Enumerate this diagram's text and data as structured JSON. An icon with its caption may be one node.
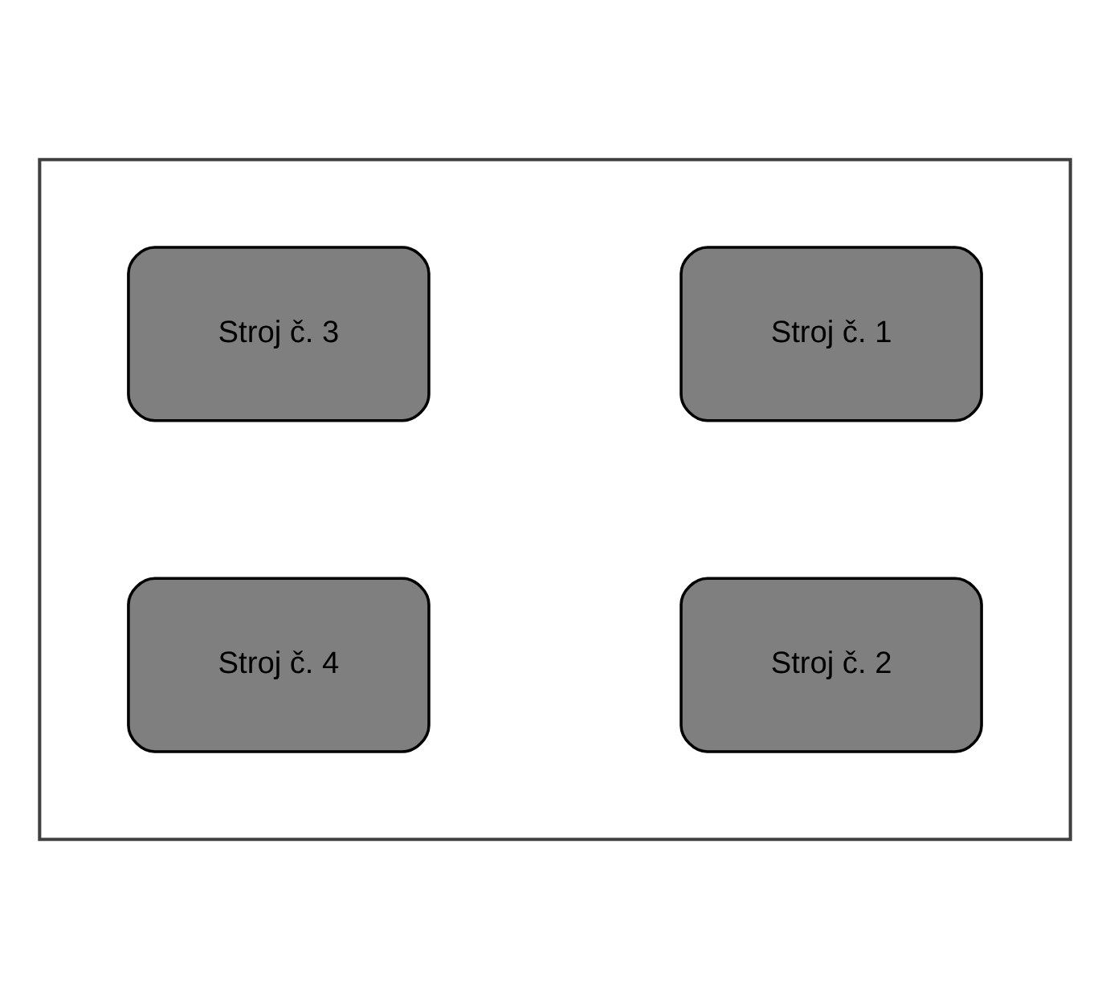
{
  "diagram": {
    "nodes": [
      {
        "text": [],
        "shape": "box"
      },
      {
        "text": [
          "Stroj č. 1"
        ],
        "in": 0
      },
      {
        "text": [
          "Stroj č. 3"
        ],
        "in": 0
      },
      {
        "text": [
          "Stroj č. 2"
        ],
        "in": 0
      },
      {
        "text": [
          "Stroj č. 4"
        ],
        "in": 0
      }
    ]
  }
}
